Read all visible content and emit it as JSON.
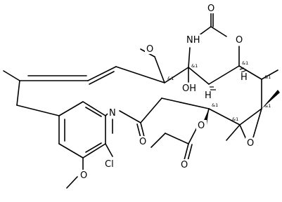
{
  "molecule": {
    "atoms": {
      "o_top": "O",
      "nh": "NH",
      "o_ring": "O",
      "o_methoxy_top": "O",
      "oh": "OH",
      "n_amide": "N",
      "o_amide": "O",
      "o_ester": "O",
      "o_ester_carbonyl": "O",
      "cl": "Cl",
      "o_methoxy_aryl": "O",
      "o_epoxide": "O"
    },
    "stereo": {
      "s_c_oh": "&1",
      "s_c_ome": "&1",
      "s_c_ring_o": "&1",
      "s_c_me": "&1",
      "s_c_ester": "&1",
      "s_epox_left": "&1",
      "s_epox_right": "&1"
    },
    "h_labels": {
      "h_left": "H",
      "h_right": "H"
    }
  }
}
